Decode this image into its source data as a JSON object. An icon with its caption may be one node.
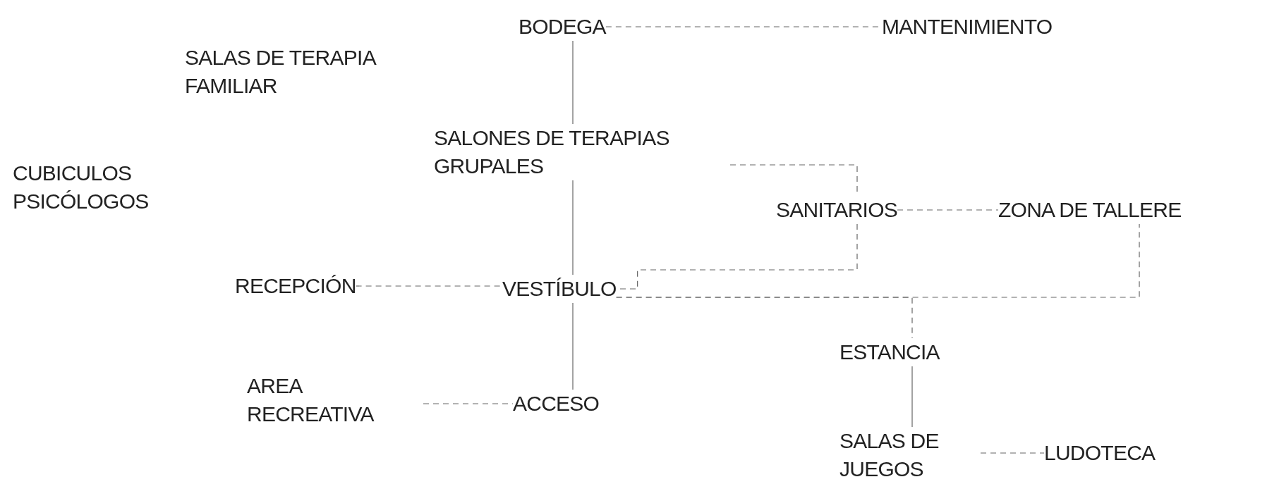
{
  "diagram": {
    "nodes": [
      {
        "text": [
          "BODEGA"
        ]
      },
      {
        "text": [
          "MANTENIMIENTO"
        ]
      },
      {
        "text": [
          "SALAS DE TERAPIA FAMILIAR"
        ]
      },
      {
        "text": [
          "SALONES DE TERAPIAS GRUPALES"
        ]
      },
      {
        "text": [
          "CUBICULOS PSICÓLOGOS"
        ]
      },
      {
        "text": [
          "SANITARIOS"
        ]
      },
      {
        "text": [
          "ZONA DE TALLERE"
        ]
      },
      {
        "text": [
          "RECEPCIÓN"
        ]
      },
      {
        "text": [
          "VESTÍBULO"
        ]
      },
      {
        "text": [
          "AREA RECREATIVA"
        ]
      },
      {
        "text": [
          "ACCESO"
        ]
      },
      {
        "text": [
          "ESTANCIA"
        ]
      },
      {
        "text": [
          "SALAS DE JUEGOS"
        ]
      },
      {
        "text": [
          "LUDOTECA"
        ]
      }
    ],
    "edges": [
      {
        "from": 0,
        "to": 1,
        "arrow": "none",
        "style": "dashed"
      },
      {
        "from": 0,
        "to": 3,
        "arrow": "none"
      },
      {
        "from": 3,
        "to": 8,
        "arrow": "none"
      },
      {
        "from": 3,
        "to": 5,
        "arrow": "none",
        "style": "dashed"
      },
      {
        "from": 5,
        "to": 6,
        "arrow": "none",
        "style": "dashed"
      },
      {
        "from": 5,
        "to": 8,
        "arrow": "none",
        "style": "dashed"
      },
      {
        "from": 8,
        "to": 6,
        "arrow": "none",
        "style": "dashed"
      },
      {
        "from": 8,
        "to": 11,
        "arrow": "none",
        "style": "dashed"
      },
      {
        "from": 7,
        "to": 8,
        "arrow": "none",
        "style": "dashed"
      },
      {
        "from": 8,
        "to": 10,
        "arrow": "none"
      },
      {
        "from": 9,
        "to": 10,
        "arrow": "none",
        "style": "dashed"
      },
      {
        "from": 11,
        "to": 12,
        "arrow": "none"
      },
      {
        "from": 12,
        "to": 13,
        "arrow": "none",
        "style": "dashed"
      }
    ]
  }
}
